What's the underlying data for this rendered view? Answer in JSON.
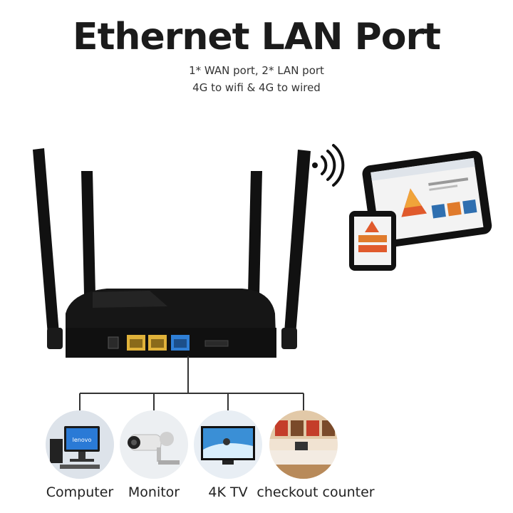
{
  "header": {
    "title": "Ethernet LAN Port",
    "line1": "1* WAN port, 2* LAN port",
    "line2": "4G to wifi & 4G to wired"
  },
  "devices": [
    {
      "label": "Computer"
    },
    {
      "label": "Monitor"
    },
    {
      "label": "4K TV"
    },
    {
      "label": "checkout counter"
    }
  ],
  "laptop_brand": "lenovo",
  "colors": {
    "router": "#141414",
    "lan_port": "#e0b23a",
    "wan_port": "#2f7fd6",
    "line": "#333333"
  },
  "icons": [
    "wifi-signal-icon"
  ]
}
